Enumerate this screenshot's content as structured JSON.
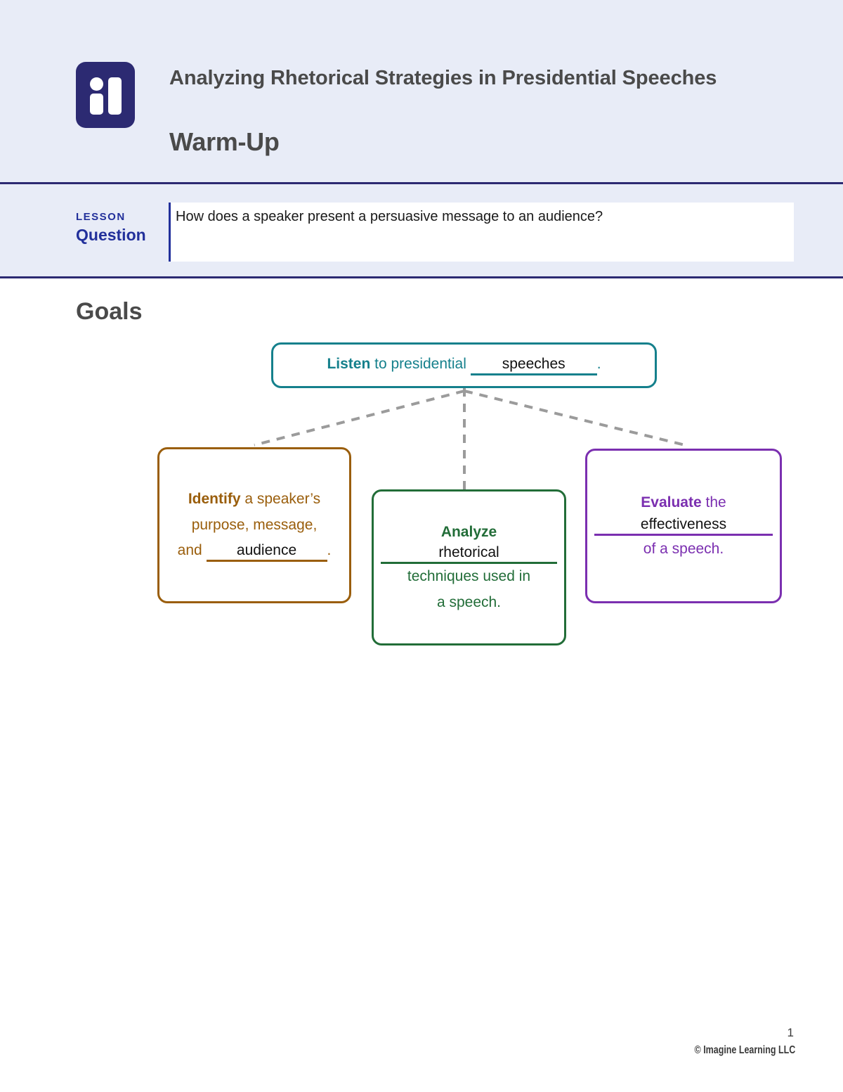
{
  "header": {
    "logo_name": "imagine-learning-logo",
    "lesson_title": "Analyzing Rhetorical Strategies in Presidential Speeches",
    "section_title": "Warm-Up",
    "title_color": "#4a4a4a",
    "band_color": "#e8ecf7"
  },
  "lesson_question": {
    "label_small": "LESSON",
    "label_big": "Question",
    "label_color": "#22309b",
    "question_text": "How does a speaker present a persuasive message to an audience?",
    "answer_text": ""
  },
  "goals": {
    "heading": "Goals",
    "diagram": {
      "type": "hierarchy",
      "root": {
        "id": "listen",
        "color": "#15808c",
        "bold_word": "Listen",
        "text_before_blank": " to presidential ",
        "blank_answer": "speeches",
        "text_after_blank": "."
      },
      "children": [
        {
          "id": "identify",
          "color": "#9a5e0c",
          "bold_word": "Identify",
          "line1_rest": " a speaker’s",
          "line2": "purpose, message,",
          "line3_before": "and ",
          "blank_answer": "audience",
          "line3_after": "."
        },
        {
          "id": "analyze",
          "color": "#226d38",
          "bold_word": "Analyze",
          "blank_answer": "rhetorical",
          "line2": "techniques used in",
          "line3": "a speech."
        },
        {
          "id": "evaluate",
          "color": "#7b2fb0",
          "bold_word": "Evaluate",
          "line1_rest": " the",
          "blank_answer": "effectiveness",
          "line3": "of a speech."
        }
      ],
      "connector_color": "#9b9b9b",
      "connector_style": "dashed"
    }
  },
  "footer": {
    "page_number": "1",
    "copyright": "© Imagine Learning LLC"
  }
}
